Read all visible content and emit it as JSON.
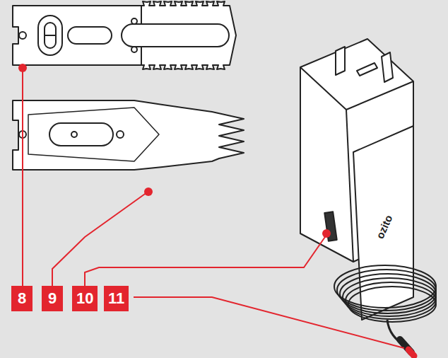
{
  "diagram": {
    "labels": [
      "8",
      "9",
      "10",
      "11",
      "ozito"
    ]
  }
}
